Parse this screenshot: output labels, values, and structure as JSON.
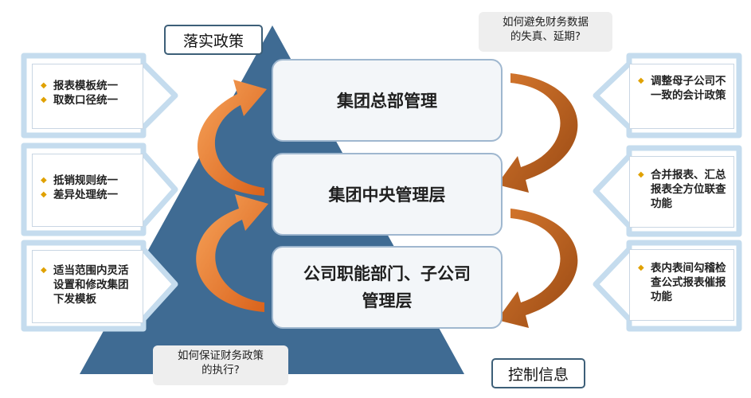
{
  "tags": {
    "implement_policy": "落实政策",
    "control_info": "控制信息"
  },
  "questions": {
    "distortion": [
      "如何避免财务数据",
      "的失真、延期?"
    ],
    "enforcement": [
      "如何保证财务政策",
      "的执行?"
    ]
  },
  "levels": {
    "headquarters": "集团总部管理",
    "central": "集团中央管理层",
    "subsidiary": [
      "公司职能部门、子公司",
      "管理层"
    ]
  },
  "left_panels": [
    [
      "报表模板统一",
      "取数口径统一"
    ],
    [
      "抵销规则统一",
      "差异处理统一"
    ],
    [
      "适当范围内灵活设置和修改集团下发模板"
    ]
  ],
  "right_panels": [
    [
      "调整母子公司不一致的会计政策"
    ],
    [
      "合并报表、汇总报表全方位联查功能"
    ],
    [
      "表内表间勾稽检查公式报表催报功能"
    ]
  ],
  "colors": {
    "pyramid": "#3f6b93",
    "arrow_orange": "#e9782b",
    "arrow_brown": "#b85d22",
    "frame_blue": "#c9dff0",
    "bullet": "#e0a100"
  }
}
